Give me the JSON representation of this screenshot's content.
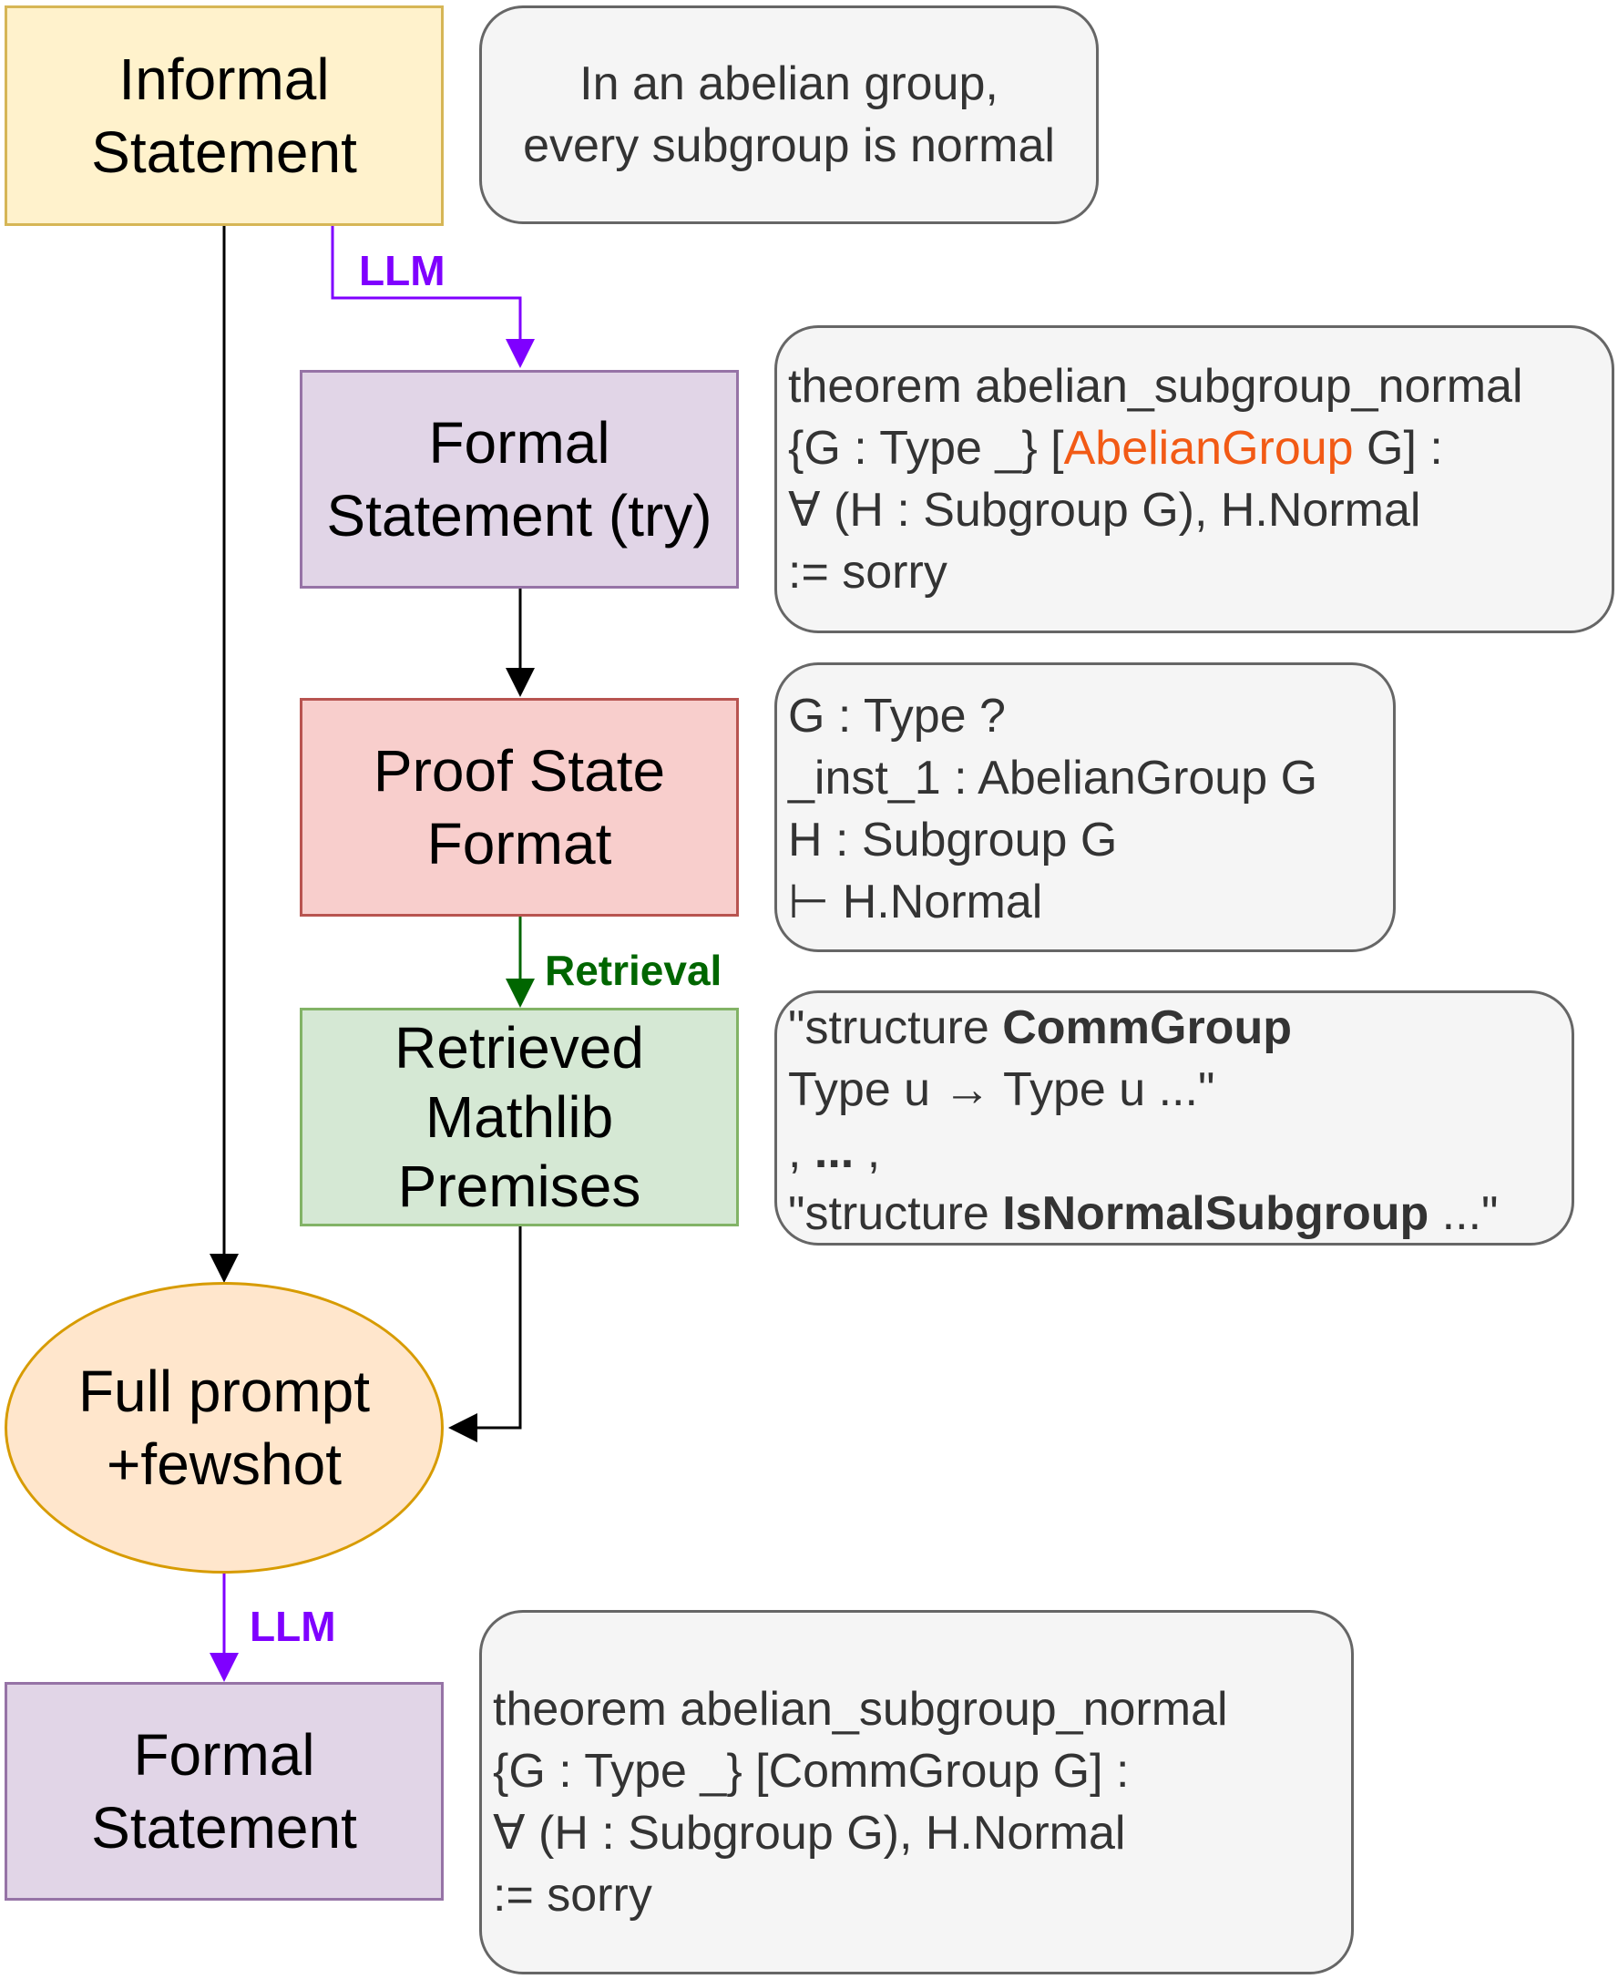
{
  "colors": {
    "llm_edge": "#7f00ff",
    "retrieval_edge": "#006600",
    "default_edge": "#000000",
    "highlight_text": "#f25a15"
  },
  "nodes": {
    "informal": {
      "lines": [
        "Informal",
        "Statement"
      ]
    },
    "formal_try": {
      "lines": [
        "Formal",
        "Statement (try)"
      ]
    },
    "proof_state": {
      "lines": [
        "Proof State",
        "Format"
      ]
    },
    "premises": {
      "lines": [
        "Retrieved",
        "Mathlib",
        "Premises"
      ]
    },
    "full_prompt": {
      "lines": [
        "Full prompt",
        "+fewshot"
      ]
    },
    "formal_final": {
      "lines": [
        "Formal",
        "Statement"
      ]
    }
  },
  "edge_labels": {
    "llm_1": "LLM",
    "retrieval": "Retrieval",
    "llm_2": "LLM"
  },
  "notes": {
    "informal_example": {
      "lines": [
        "In an abelian group,",
        "every subgroup is normal"
      ]
    },
    "formal_try_code": {
      "line1": "theorem abelian_subgroup_normal",
      "line2_pre": "{G : Type _} [",
      "line2_highlight": "AbelianGroup",
      "line2_post": " G] :",
      "line3": "∀ (H : Subgroup G), H.Normal",
      "line4": ":= sorry"
    },
    "proof_state_code": {
      "lines": [
        "G : Type ?",
        "_inst_1 : AbelianGroup G",
        "H : Subgroup G",
        "⊢ H.Normal"
      ]
    },
    "premises_code": {
      "line1_pre": "\"structure ",
      "line1_bold": "CommGroup",
      "line2": "Type u → Type u ...\"",
      "line3_pre": ",  ",
      "line3_bold": "...",
      "line3_post": " ,",
      "line4_pre": "\"structure ",
      "line4_bold": "IsNormalSubgroup",
      "line4_post": " ...\""
    },
    "formal_final_code": {
      "lines": [
        "theorem abelian_subgroup_normal",
        "{G : Type _} [CommGroup G] :",
        "∀ (H : Subgroup G), H.Normal",
        ":= sorry"
      ]
    }
  }
}
